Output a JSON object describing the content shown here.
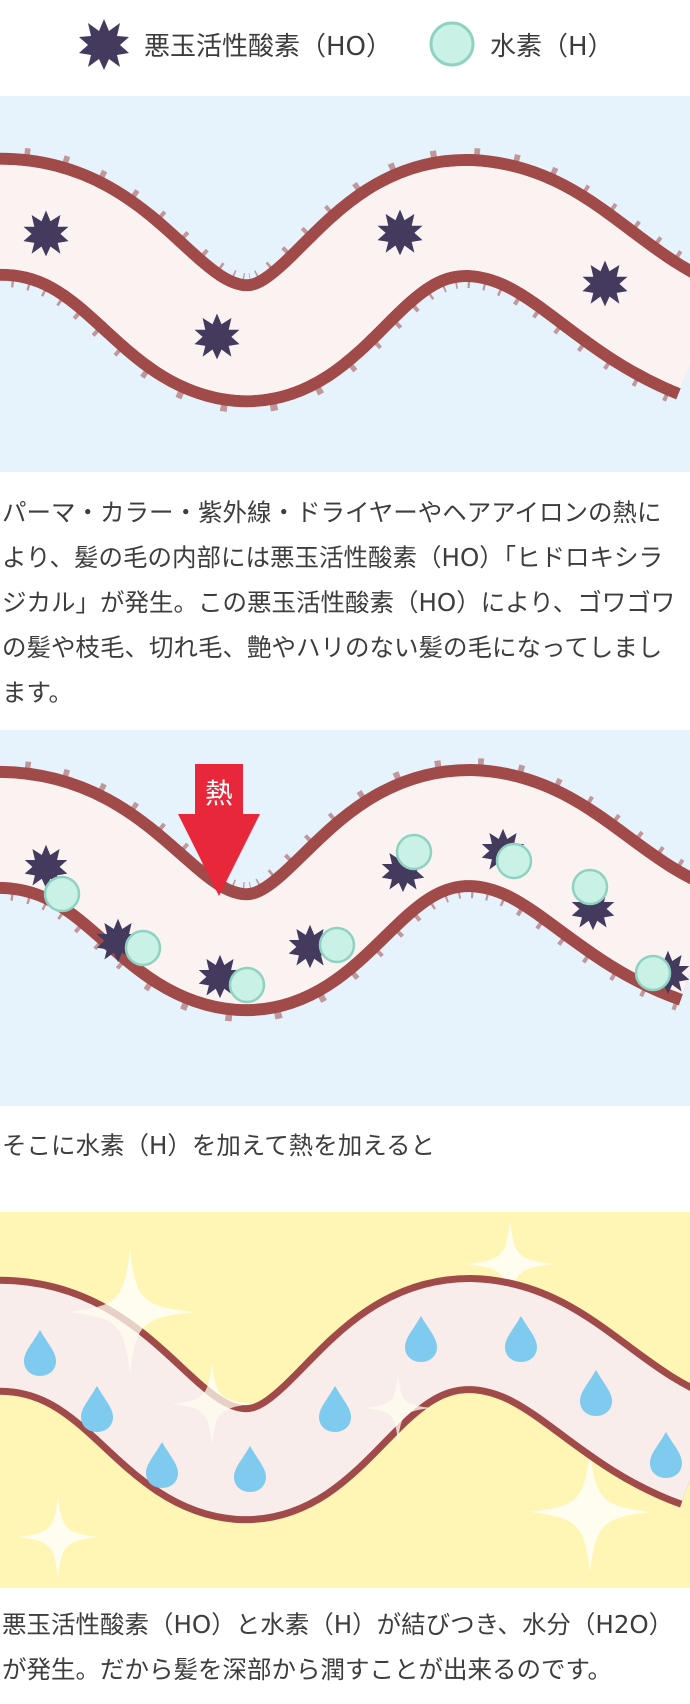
{
  "legend": {
    "radical_label": "悪玉活性酸素（HO）",
    "hydrogen_label": "水素（H）"
  },
  "paragraphs": {
    "p1": "パーマ・カラー・紫外線・ドライヤーやヘアアイロンの熱により、髪の毛の内部には悪玉活性酸素（HO）「ヒドロキシラジカル」が発生。この悪玉活性酸素（HO）により、ゴワゴワの髪や枝毛、切れ毛、艶やハリのない髪の毛になってしまします。",
    "p2": "そこに水素（H）を加えて熱を加えると",
    "p3": "悪玉活性酸素（HO）と水素（H）が結びつき、水分（H2O）が発生。だから髪を深部から潤すことが出来るのです。"
  },
  "diagram2": {
    "heat_label": "熱"
  },
  "colors": {
    "hair_outline": "#a14a4a",
    "hair_fill": "#fbf3f1",
    "radical": "#443a5e",
    "hydrogen_fill": "#c9f1e6",
    "hydrogen_stroke": "#8fd2c2",
    "panel_blue": "#e6f3fc",
    "panel_yellow": "#fff6b6",
    "drop": "#7fcbef",
    "arrow": "#e8283a",
    "sparkle": "#fffdf0"
  },
  "icons": [
    "radical-star-icon",
    "hydrogen-circle-icon",
    "water-drop-icon",
    "sparkle-icon",
    "heat-arrow-icon"
  ]
}
